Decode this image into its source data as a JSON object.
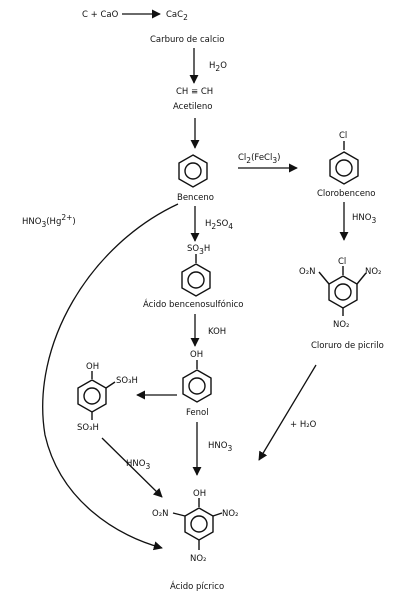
{
  "reactions": {
    "r1": "C + CaO",
    "r1_product": "CaC",
    "r1_product_sub": "2",
    "carbide_name": "Carburo de calcio",
    "water1": "H",
    "water1_sub": "2",
    "water1_o": "O",
    "acetylene_formula": "CH ≡ CH",
    "acetylene_name": "Acetileno",
    "benzene_name": "Benceno",
    "chlorination": "Cl",
    "chlorination_sub": "2",
    "chlorination_cat": "(FeCl",
    "chlorination_cat_sub": "3",
    "chlorination_cat_end": ")",
    "cl_sub": "Cl",
    "chlorobenzene_name": "Clorobenceno",
    "hno3_a": "HNO",
    "hno3_a_sub": "3",
    "picryl_name": "Cloruro de picrilo",
    "mercury_label": "HNO",
    "mercury_label_sub": "3",
    "mercury_label_cat": "(Hg",
    "mercury_label_sup": "2+",
    "mercury_label_end": ")",
    "sulfonation": "H",
    "sulfonation_sub1": "2",
    "sulfonation_so": "SO",
    "sulfonation_sub2": "4",
    "so3h_top": "SO",
    "so3h_top_sub": "3",
    "so3h_top_h": "H",
    "bsa_name": "Ácido bencenosulfónico",
    "koh": "KOH",
    "oh": "OH",
    "phenol_name": "Fenol",
    "so3h_right": "SO₃H",
    "so3h_bottom": "SO₃H",
    "hno3_b": "HNO",
    "hno3_b_sub": "3",
    "hno3_c": "HNO",
    "hno3_c_sub": "3",
    "water2": "+ H₂O",
    "no2_left": "O₂N",
    "no2_right": "NO₂",
    "no2_bottom": "NO₂",
    "picric_name": "Ácido pícrico"
  }
}
